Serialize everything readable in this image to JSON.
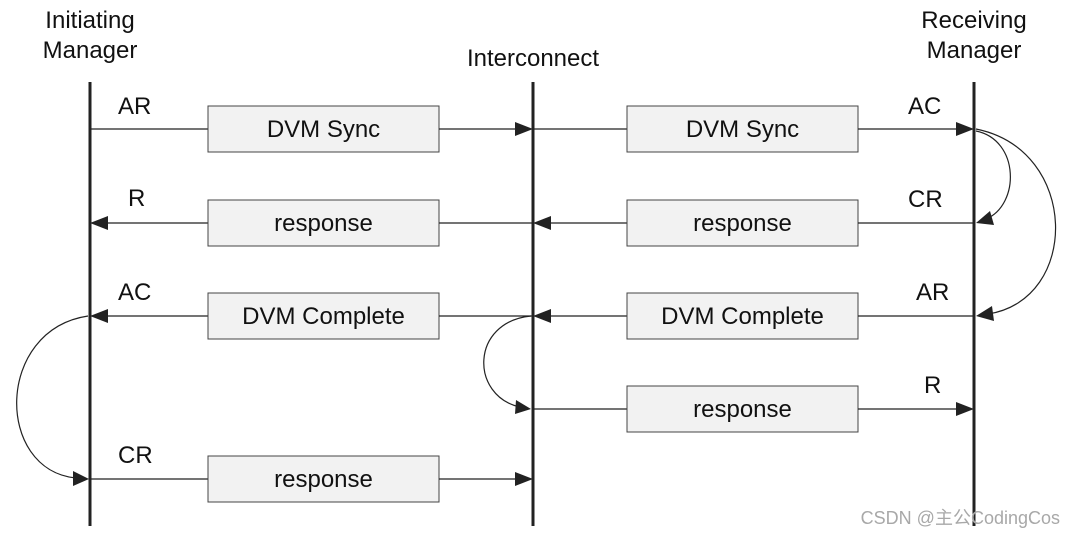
{
  "headers": {
    "initiating": [
      "Initiating",
      "Manager"
    ],
    "interconnect": "Interconnect",
    "receiving": [
      "Receiving",
      "Manager"
    ]
  },
  "boxes": {
    "b1": "DVM Sync",
    "b2": "DVM Sync",
    "b3": "response",
    "b4": "response",
    "b5": "DVM Complete",
    "b6": "DVM Complete",
    "b7": "response",
    "b8": "response"
  },
  "signals": {
    "s_ar_left": "AR",
    "s_ac_right": "AC",
    "s_r_left": "R",
    "s_cr_right": "CR",
    "s_ac_left": "AC",
    "s_ar_right": "AR",
    "s_r_right": "R",
    "s_cr_left": "CR"
  },
  "watermark": "CSDN @主公CodingCos"
}
